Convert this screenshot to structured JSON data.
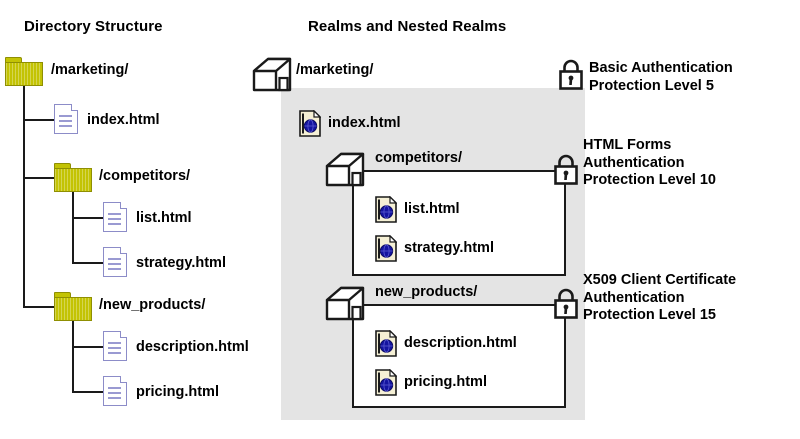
{
  "headings": {
    "left": "Directory Structure",
    "right": "Realms and Nested Realms"
  },
  "colors": {
    "folder": "#c3c304",
    "page_border": "#8c8cc8",
    "panel_background": "#e4e4e4",
    "globe": "#1414a0",
    "doc_body": "#f5f0d5",
    "outline": "#1a1a1a"
  },
  "directory_tree": {
    "root": {
      "label": "/marketing/",
      "icon": "folder-icon"
    },
    "nodes": [
      {
        "label": "index.html",
        "icon": "page-icon",
        "depth": 1
      },
      {
        "label": "/competitors/",
        "icon": "folder-icon",
        "depth": 1
      },
      {
        "label": "list.html",
        "icon": "page-icon",
        "depth": 2
      },
      {
        "label": "strategy.html",
        "icon": "page-icon",
        "depth": 2
      },
      {
        "label": "/new_products/",
        "icon": "folder-icon",
        "depth": 1
      },
      {
        "label": "description.html",
        "icon": "page-icon",
        "depth": 2
      },
      {
        "label": "pricing.html",
        "icon": "page-icon",
        "depth": 2
      }
    ]
  },
  "realms": {
    "root": {
      "label": "/marketing/",
      "icon": "house-icon",
      "lock_icon": "padlock-icon",
      "annotation": "Basic Authentication\nProtection Level 5",
      "files": [
        {
          "label": "index.html",
          "icon": "web-document-icon"
        }
      ]
    },
    "nested": [
      {
        "label": "competitors/",
        "icon": "house-icon",
        "lock_icon": "padlock-icon",
        "annotation": "HTML Forms\nAuthentication\nProtection Level 10",
        "files": [
          {
            "label": "list.html",
            "icon": "web-document-icon"
          },
          {
            "label": "strategy.html",
            "icon": "web-document-icon"
          }
        ]
      },
      {
        "label": "new_products/",
        "icon": "house-icon",
        "lock_icon": "padlock-icon",
        "annotation": "X509 Client Certificate\nAuthentication\nProtection Level 15",
        "files": [
          {
            "label": "description.html",
            "icon": "web-document-icon"
          },
          {
            "label": "pricing.html",
            "icon": "web-document-icon"
          }
        ]
      }
    ]
  }
}
